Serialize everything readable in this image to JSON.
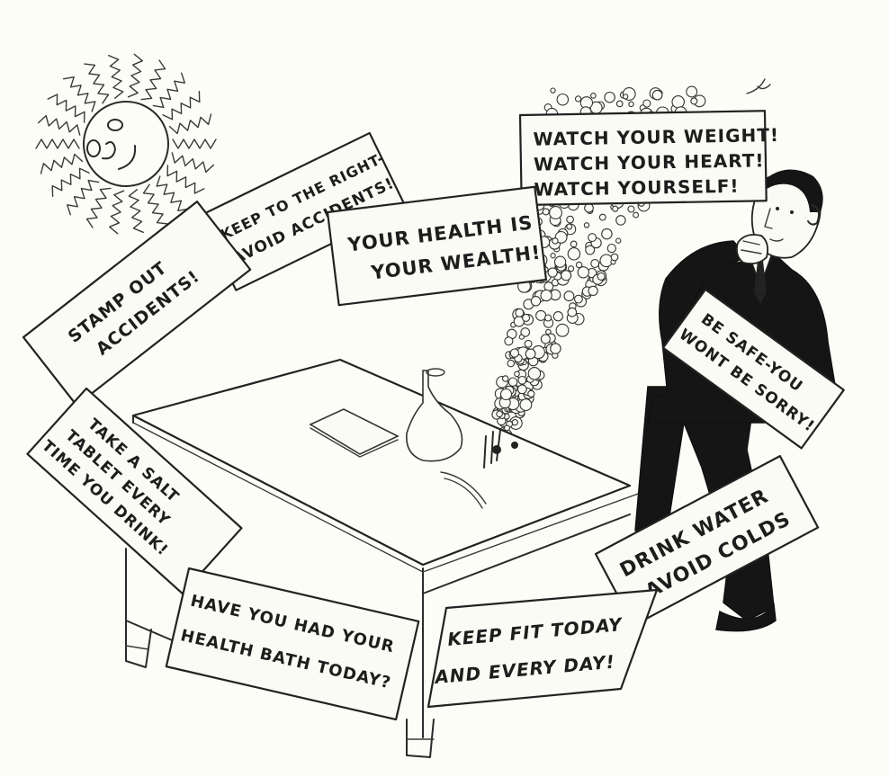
{
  "illustration": {
    "colors": {
      "ink": "#1d1d1d",
      "paper": "#fdfdf8",
      "suit": "#151515"
    },
    "signs": [
      {
        "id": "watch",
        "lines": [
          "WATCH YOUR WEIGHT!",
          "WATCH YOUR HEART!",
          "WATCH YOURSELF!"
        ]
      },
      {
        "id": "keep-right",
        "lines": [
          "KEEP TO THE RIGHT-",
          "AVOID ACCIDENTS!"
        ]
      },
      {
        "id": "health-wealth",
        "lines": [
          "YOUR HEALTH IS",
          "YOUR WEALTH!"
        ]
      },
      {
        "id": "stamp-out",
        "lines": [
          "STAMP OUT",
          "ACCIDENTS!"
        ]
      },
      {
        "id": "salt-tablet",
        "lines": [
          "TAKE A SALT",
          "TABLET EVERY",
          "TIME YOU DRINK!"
        ]
      },
      {
        "id": "be-safe",
        "lines": [
          "BE SAFE-YOU",
          "WONT BE SORRY!"
        ]
      },
      {
        "id": "drink-water",
        "lines": [
          "DRINK WATER",
          "AVOID COLDS"
        ]
      },
      {
        "id": "health-bath",
        "lines": [
          "HAVE YOU HAD YOUR",
          "HEALTH BATH TODAY?"
        ]
      },
      {
        "id": "keep-fit",
        "lines": [
          "KEEP FIT TODAY",
          "AND EVERY DAY!"
        ]
      }
    ],
    "icons": {
      "sun": "smiling-sun-icon",
      "smoke": "smoke-cloud-icon",
      "man": "man-in-suit-figure",
      "desk": "desk-figure",
      "bottle": "bottle-icon",
      "paper": "paper-sheet-icon",
      "ashtray": "ashtray-icon"
    }
  }
}
